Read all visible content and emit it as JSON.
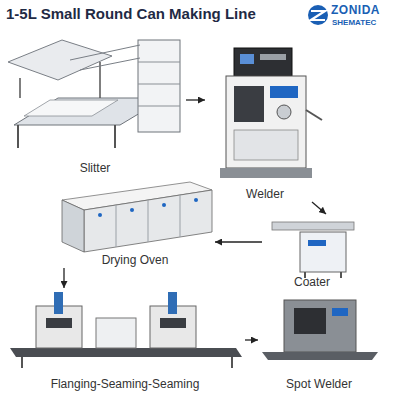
{
  "diagram": {
    "title": "1-5L Small Round Can Making Line",
    "nodes": [
      {
        "text": [
          "Slitter"
        ]
      },
      {
        "text": [
          "Welder"
        ]
      },
      {
        "text": [
          "Coater"
        ]
      },
      {
        "text": [
          "Drying Oven"
        ]
      },
      {
        "text": [
          "Flanging-Seaming-Seaming"
        ]
      },
      {
        "text": [
          "Spot Welder"
        ]
      }
    ],
    "edges": [
      {
        "from": 0,
        "to": 1,
        "arrow": "to"
      },
      {
        "from": 1,
        "to": 2,
        "arrow": "to"
      },
      {
        "from": 2,
        "to": 3,
        "arrow": "to"
      },
      {
        "from": 3,
        "to": 4,
        "arrow": "to"
      },
      {
        "from": 4,
        "to": 5,
        "arrow": "to"
      }
    ],
    "labels": [
      "ZONIDA",
      "SHEMATEC"
    ]
  }
}
